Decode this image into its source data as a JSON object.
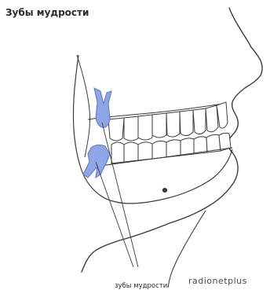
{
  "title": "Зубы мудрости",
  "label": "зубы мудрости",
  "brand": "radionetplus",
  "colors": {
    "line": "#3a3a3a",
    "tooth_highlight": "#8fa6e6",
    "tooth_highlight_stroke": "#5b74c4",
    "background": "#ffffff"
  },
  "icons": {
    "upper_wisdom_tooth": "upper-wisdom-tooth-icon",
    "lower_wisdom_tooth": "lower-wisdom-tooth-icon"
  }
}
